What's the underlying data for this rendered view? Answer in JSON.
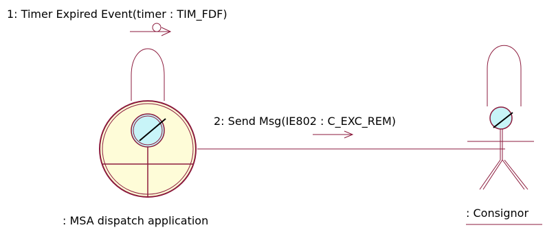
{
  "colors": {
    "line": "#8b1a3c",
    "control_fill": "#fefcd8",
    "head_fill": "#c8f4f8",
    "text": "#000000"
  },
  "messages": [
    {
      "label": "1: Timer Expired Event(timer : TIM_FDF)",
      "kind": "timer-event"
    },
    {
      "label": "2: Send Msg(IE802 : C_EXC_REM)",
      "kind": "send-message"
    }
  ],
  "objects": [
    {
      "label": ": MSA dispatch application",
      "shape": "control-object"
    },
    {
      "label": ": Consignor",
      "shape": "actor"
    }
  ]
}
